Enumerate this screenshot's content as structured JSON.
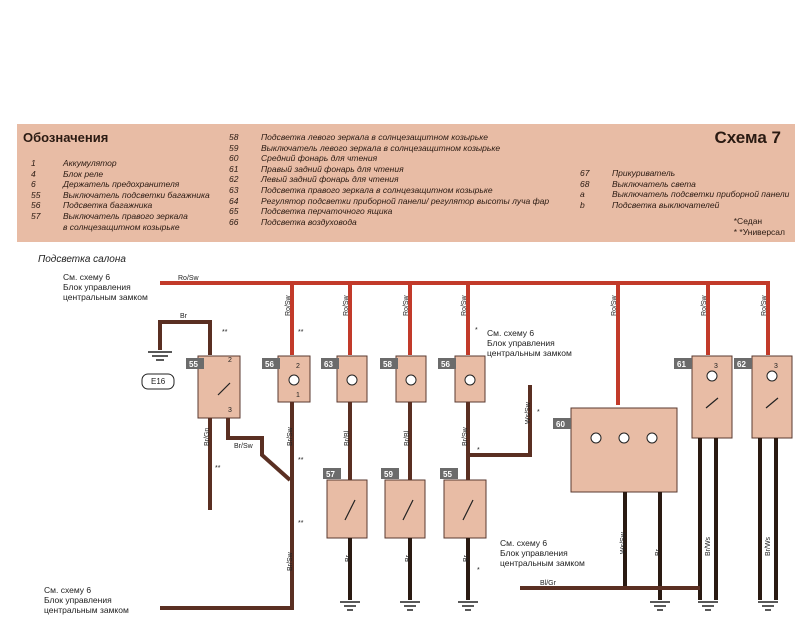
{
  "legend": {
    "title": "Обозначения",
    "scheme": "Схема 7",
    "col1": [
      {
        "n": "1",
        "t": "Аккумулятор"
      },
      {
        "n": "4",
        "t": "Блок реле"
      },
      {
        "n": "6",
        "t": "Держатель предохранителя"
      },
      {
        "n": "55",
        "t": "Выключатель подсветки багажника"
      },
      {
        "n": "56",
        "t": "Подсветка багажника"
      },
      {
        "n": "57",
        "t": "Выключатель правого зеркала"
      },
      {
        "n": "",
        "t": "в солнцезащитном козырьке"
      }
    ],
    "col2": [
      {
        "n": "58",
        "t": "Подсветка левого зеркала в солнцезащитном козырьке"
      },
      {
        "n": "59",
        "t": "Выключатель левого зеркала в солнцезащитном козырьке"
      },
      {
        "n": "60",
        "t": "Средний фонарь для чтения"
      },
      {
        "n": "61",
        "t": "Правый задний фонарь для чтения"
      },
      {
        "n": "62",
        "t": "Левый задний фонарь для чтения"
      },
      {
        "n": "63",
        "t": "Подсветка правого зеркала в солнцезащитном козырьке"
      },
      {
        "n": "64",
        "t": "Регулятор подсветки приборной панели/ регулятор высоты луча фар"
      },
      {
        "n": "65",
        "t": "Подсветка перчаточного ящика"
      },
      {
        "n": "66",
        "t": "Подсветка воздуховода"
      }
    ],
    "col3": [
      {
        "n": "67",
        "t": "Прикуриватель"
      },
      {
        "n": "68",
        "t": "Выключатель света"
      },
      {
        "n": "a",
        "t": "Выключатель подсветки приборной панели"
      },
      {
        "n": "b",
        "t": "Подсветка выключателей"
      }
    ],
    "note1": "*Седан",
    "note2": "* *Универсал"
  },
  "diagram": {
    "section_title": "Подсветка салона",
    "ref_top": [
      "См. схему 6",
      "Блок управления",
      "центральным замком"
    ],
    "ref_mid": [
      "См. схему 6",
      "Блок управления",
      "центральным замком"
    ],
    "ref_right": [
      "См. схему 6",
      "Блок управления",
      "центральным замком"
    ],
    "ref_bottom": [
      "См. схему 6",
      "Блок управления",
      "центральным замком"
    ],
    "e16": "E16",
    "wire_main": "Ro/Sw",
    "wire_br": "Br",
    "wire_brsw": "Br/Sw",
    "wire_brgn": "Br/Gn",
    "wire_brbl": "Br/Bl",
    "wire_blgr": "Bl/Gr",
    "wire_brws": "Br/Ws",
    "wire_wssw": "Ws/Sw",
    "star": "*",
    "dstar": "**",
    "comp_55": "55",
    "comp_56": "56",
    "comp_63": "63",
    "comp_58": "58",
    "comp_57": "57",
    "comp_59": "59",
    "comp_60": "60",
    "comp_61": "61",
    "comp_62": "62",
    "pin1": "1",
    "pin2": "2",
    "pin3": "3"
  }
}
